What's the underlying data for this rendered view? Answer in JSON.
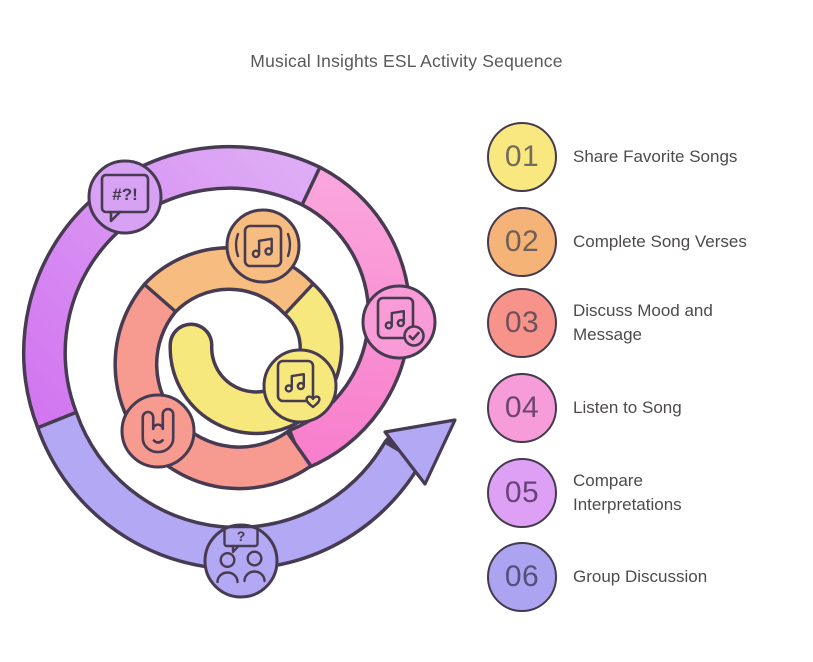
{
  "title": "Musical Insights ESL Activity Sequence",
  "steps": [
    {
      "num": "01",
      "label": "Share Favorite Songs",
      "fill": "#F8E87F",
      "num_color": "#716B60"
    },
    {
      "num": "02",
      "label": "Complete Song Verses",
      "fill": "#F5B377",
      "num_color": "#6E6057"
    },
    {
      "num": "03",
      "label": "Discuss Mood and\nMessage",
      "fill": "#F7938A",
      "num_color": "#6F525A"
    },
    {
      "num": "04",
      "label": "Listen to Song",
      "fill": "#F59CD9",
      "num_color": "#6F4570"
    },
    {
      "num": "05",
      "label": "Compare\nInterpretations",
      "fill": "#DDA0F4",
      "num_color": "#69437A"
    },
    {
      "num": "06",
      "label": "Group Discussion",
      "fill": "#ADA4F1",
      "num_color": "#53517A"
    }
  ],
  "spiral": {
    "outline_color": "#473B52",
    "colors": {
      "yellow": "#F7E87E",
      "orange": "#F7BD80",
      "salmon": "#F79B90",
      "pink_gradient": [
        "#FAA5DB",
        "#F87FCC"
      ],
      "purple_gradient": [
        "#DEACF5",
        "#D277F0"
      ],
      "periwinkle": "#B3A8F3"
    },
    "icons": [
      {
        "name": "hash-question-speech-icon",
        "glyph": "#?!",
        "fill": "#D8A2F4"
      },
      {
        "name": "music-album-icon",
        "fill": "#F7BD80"
      },
      {
        "name": "music-check-icon",
        "fill": "#F99BD6"
      },
      {
        "name": "rock-hand-icon",
        "fill": "#F79B90"
      },
      {
        "name": "music-heart-icon",
        "fill": "#F7E87E"
      },
      {
        "name": "group-question-icon",
        "glyph": "?",
        "fill": "#B3A8F3"
      }
    ]
  }
}
